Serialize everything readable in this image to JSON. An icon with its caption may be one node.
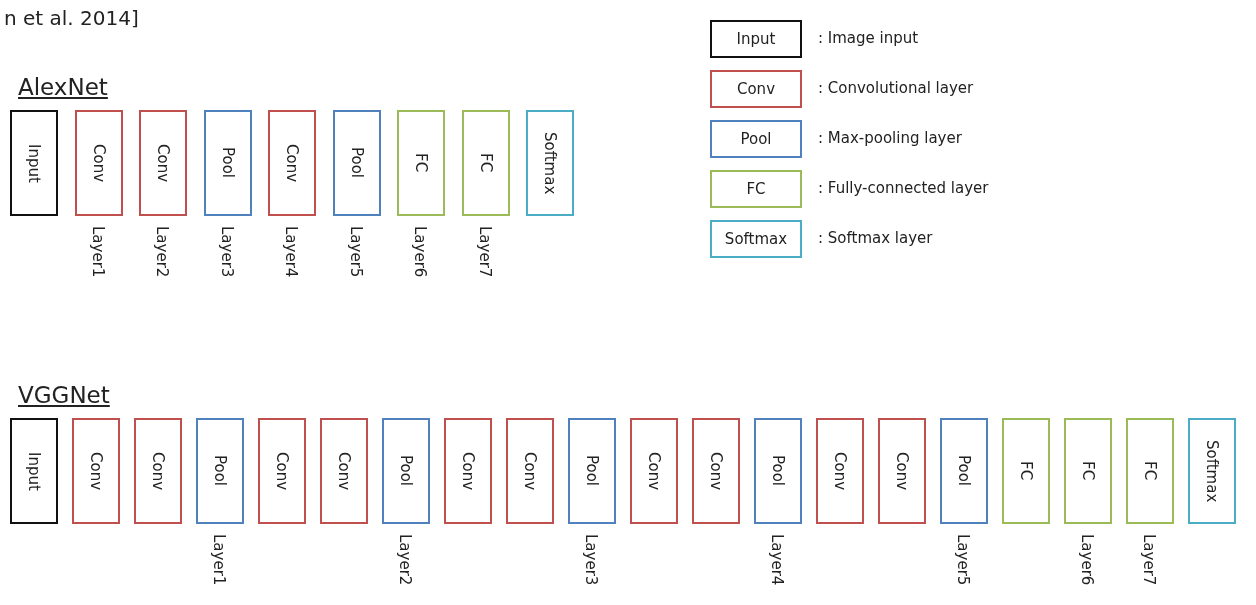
{
  "diagram": {
    "nodes": [
      {
        "text": [
          "Input"
        ]
      },
      {
        "text": [
          "Conv"
        ],
        "beside": [
          "Layer1"
        ]
      },
      {
        "text": [
          "Conv"
        ],
        "beside": [
          "Layer2"
        ]
      },
      {
        "text": [
          "Pool"
        ],
        "beside": [
          "Layer3"
        ]
      },
      {
        "text": [
          "Conv"
        ],
        "beside": [
          "Layer4"
        ]
      },
      {
        "text": [
          "Pool"
        ],
        "beside": [
          "Layer5"
        ]
      },
      {
        "text": [
          "FC"
        ],
        "beside": [
          "Layer6"
        ]
      },
      {
        "text": [
          "FC"
        ],
        "beside": [
          "Layer7"
        ]
      },
      {
        "text": [
          "Softmax"
        ]
      },
      {
        "text": [
          "Input"
        ],
        "beside": [
          ": Image input"
        ]
      },
      {
        "text": [
          "Conv"
        ],
        "beside": [
          ": Convolutional layer"
        ]
      },
      {
        "text": [
          "Pool"
        ],
        "beside": [
          ": Max-pooling layer"
        ]
      },
      {
        "text": [
          "FC"
        ],
        "beside": [
          ": Fully-connected layer"
        ]
      },
      {
        "text": [
          "Softmax"
        ],
        "beside": [
          ": Softmax layer"
        ]
      },
      {
        "text": [
          "Input"
        ]
      },
      {
        "text": [
          "Conv"
        ]
      },
      {
        "text": [
          "Conv"
        ]
      },
      {
        "text": [
          "Pool"
        ],
        "beside": [
          "Layer1"
        ]
      },
      {
        "text": [
          "Conv"
        ]
      },
      {
        "text": [
          "Conv"
        ]
      },
      {
        "text": [
          "Pool"
        ],
        "beside": [
          "Layer2"
        ]
      },
      {
        "text": [
          "Conv"
        ]
      },
      {
        "text": [
          "Conv"
        ]
      },
      {
        "text": [
          "Pool"
        ],
        "beside": [
          "Layer3"
        ]
      },
      {
        "text": [
          "Conv"
        ]
      },
      {
        "text": [
          "Conv"
        ]
      },
      {
        "text": [
          "Pool"
        ],
        "beside": [
          "Layer4"
        ]
      },
      {
        "text": [
          "Conv"
        ]
      },
      {
        "text": [
          "Conv"
        ]
      },
      {
        "text": [
          "Pool"
        ],
        "beside": [
          "Layer5"
        ]
      },
      {
        "text": [
          "FC"
        ]
      },
      {
        "text": [
          "FC"
        ],
        "beside": [
          "Layer6"
        ]
      },
      {
        "text": [
          "FC"
        ],
        "beside": [
          "Layer7"
        ]
      },
      {
        "text": [
          "Softmax"
        ]
      }
    ],
    "edges": [],
    "labels": [
      "n et al. 2014]",
      "AlexNet",
      "VGGNet"
    ]
  }
}
